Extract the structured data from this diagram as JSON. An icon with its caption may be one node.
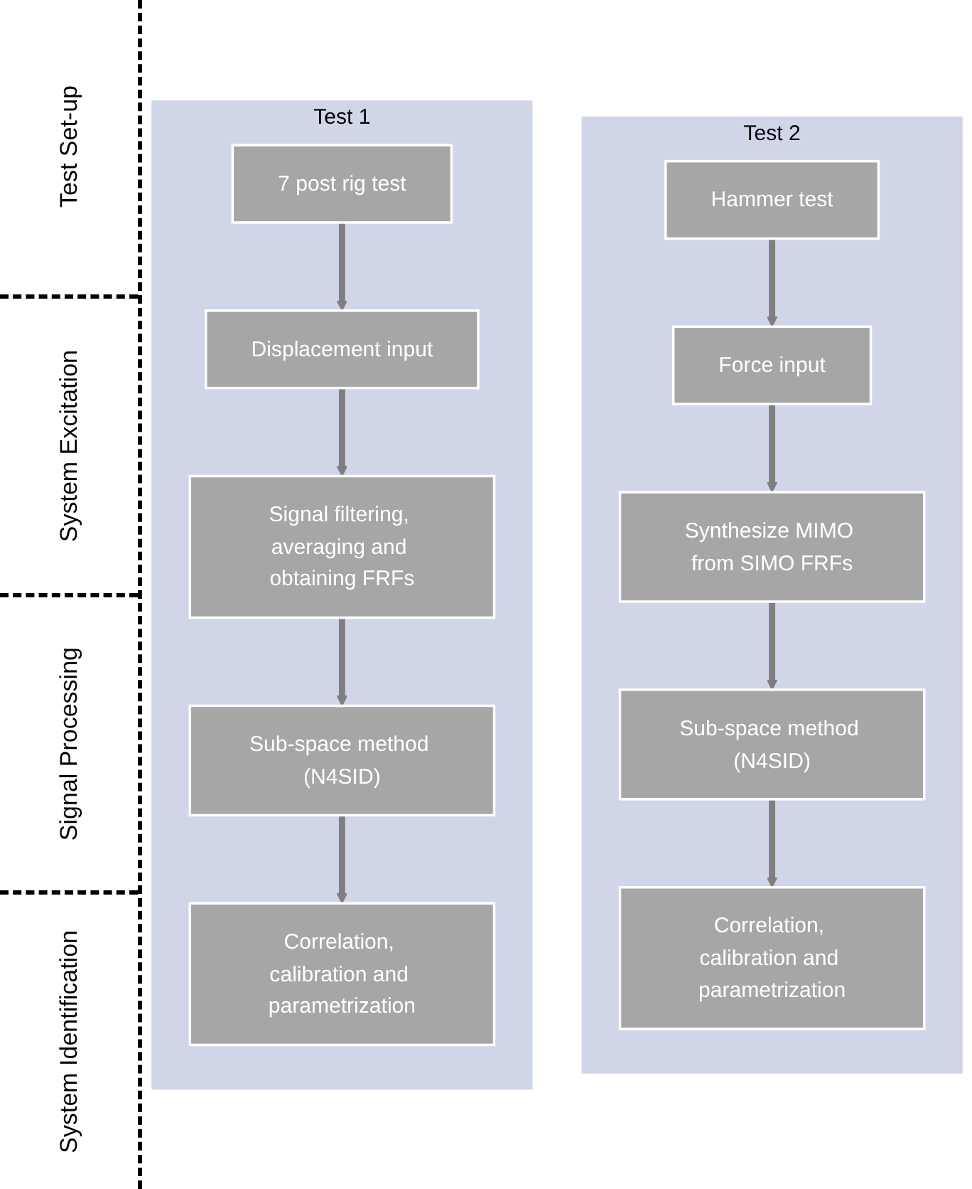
{
  "diagram": {
    "nodes": [
      {
        "text": [
          "Test 1"
        ]
      },
      {
        "text": [
          "7 post rig test"
        ],
        "in": 0
      },
      {
        "text": [
          "Displacement input"
        ],
        "in": 0
      },
      {
        "text": [
          "Signal filtering, averaging and obtaining FRFs"
        ],
        "in": 0
      },
      {
        "text": [
          "Sub-space method (N4SID)"
        ],
        "in": 0
      },
      {
        "text": [
          "Correlation, calibration and parametrization"
        ],
        "in": 0
      },
      {
        "text": [
          "Test 2"
        ]
      },
      {
        "text": [
          "Hammer test"
        ],
        "in": 6
      },
      {
        "text": [
          "Force input"
        ],
        "in": 6
      },
      {
        "text": [
          "Synthesize MIMO from SIMO FRFs"
        ],
        "in": 6
      },
      {
        "text": [
          "Sub-space method (N4SID)"
        ],
        "in": 6
      },
      {
        "text": [
          "Correlation, calibration and parametrization"
        ],
        "in": 6
      }
    ],
    "edges": [
      {
        "from": 1,
        "to": 2,
        "arrow": "to"
      },
      {
        "from": 2,
        "to": 3,
        "arrow": "to"
      },
      {
        "from": 3,
        "to": 4,
        "arrow": "to"
      },
      {
        "from": 4,
        "to": 5,
        "arrow": "to"
      },
      {
        "from": 7,
        "to": 8,
        "arrow": "to"
      },
      {
        "from": 8,
        "to": 9,
        "arrow": "to"
      },
      {
        "from": 9,
        "to": 10,
        "arrow": "to"
      },
      {
        "from": 10,
        "to": 11,
        "arrow": "to"
      }
    ],
    "labels": [
      "Test Set-up",
      "System Excitation",
      "Signal Processing",
      "System Identification"
    ]
  }
}
